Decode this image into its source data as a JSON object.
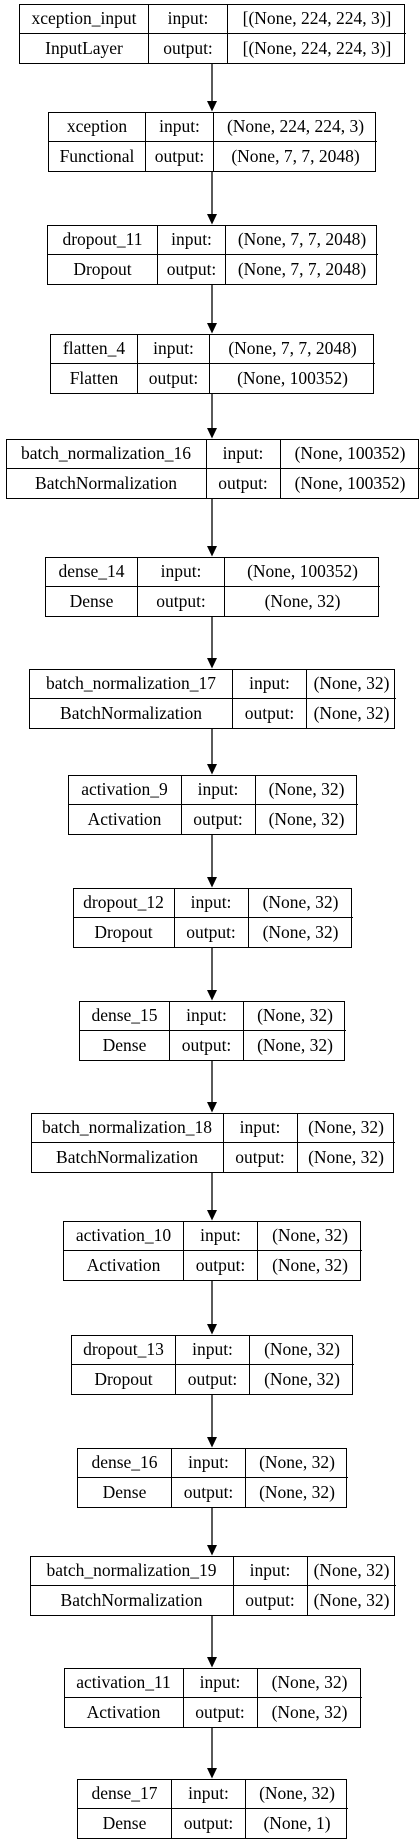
{
  "layers": [
    {
      "name": "xception_input",
      "type": "InputLayer",
      "input_label": "input:",
      "output_label": "output:",
      "input_shape": "[(None, 224, 224, 3)]",
      "output_shape": "[(None, 224, 224, 3)]"
    },
    {
      "name": "xception",
      "type": "Functional",
      "input_label": "input:",
      "output_label": "output:",
      "input_shape": "(None, 224, 224, 3)",
      "output_shape": "(None, 7, 7, 2048)"
    },
    {
      "name": "dropout_11",
      "type": "Dropout",
      "input_label": "input:",
      "output_label": "output:",
      "input_shape": "(None, 7, 7, 2048)",
      "output_shape": "(None, 7, 7, 2048)"
    },
    {
      "name": "flatten_4",
      "type": "Flatten",
      "input_label": "input:",
      "output_label": "output:",
      "input_shape": "(None, 7, 7, 2048)",
      "output_shape": "(None, 100352)"
    },
    {
      "name": "batch_normalization_16",
      "type": "BatchNormalization",
      "input_label": "input:",
      "output_label": "output:",
      "input_shape": "(None, 100352)",
      "output_shape": "(None, 100352)"
    },
    {
      "name": "dense_14",
      "type": "Dense",
      "input_label": "input:",
      "output_label": "output:",
      "input_shape": "(None, 100352)",
      "output_shape": "(None, 32)"
    },
    {
      "name": "batch_normalization_17",
      "type": "BatchNormalization",
      "input_label": "input:",
      "output_label": "output:",
      "input_shape": "(None, 32)",
      "output_shape": "(None, 32)"
    },
    {
      "name": "activation_9",
      "type": "Activation",
      "input_label": "input:",
      "output_label": "output:",
      "input_shape": "(None, 32)",
      "output_shape": "(None, 32)"
    },
    {
      "name": "dropout_12",
      "type": "Dropout",
      "input_label": "input:",
      "output_label": "output:",
      "input_shape": "(None, 32)",
      "output_shape": "(None, 32)"
    },
    {
      "name": "dense_15",
      "type": "Dense",
      "input_label": "input:",
      "output_label": "output:",
      "input_shape": "(None, 32)",
      "output_shape": "(None, 32)"
    },
    {
      "name": "batch_normalization_18",
      "type": "BatchNormalization",
      "input_label": "input:",
      "output_label": "output:",
      "input_shape": "(None, 32)",
      "output_shape": "(None, 32)"
    },
    {
      "name": "activation_10",
      "type": "Activation",
      "input_label": "input:",
      "output_label": "output:",
      "input_shape": "(None, 32)",
      "output_shape": "(None, 32)"
    },
    {
      "name": "dropout_13",
      "type": "Dropout",
      "input_label": "input:",
      "output_label": "output:",
      "input_shape": "(None, 32)",
      "output_shape": "(None, 32)"
    },
    {
      "name": "dense_16",
      "type": "Dense",
      "input_label": "input:",
      "output_label": "output:",
      "input_shape": "(None, 32)",
      "output_shape": "(None, 32)"
    },
    {
      "name": "batch_normalization_19",
      "type": "BatchNormalization",
      "input_label": "input:",
      "output_label": "output:",
      "input_shape": "(None, 32)",
      "output_shape": "(None, 32)"
    },
    {
      "name": "activation_11",
      "type": "Activation",
      "input_label": "input:",
      "output_label": "output:",
      "input_shape": "(None, 32)",
      "output_shape": "(None, 32)"
    },
    {
      "name": "dense_17",
      "type": "Dense",
      "input_label": "input:",
      "output_label": "output:",
      "input_shape": "(None, 32)",
      "output_shape": "(None, 1)"
    }
  ],
  "colors": {
    "line": "#000000",
    "background": "#ffffff"
  }
}
